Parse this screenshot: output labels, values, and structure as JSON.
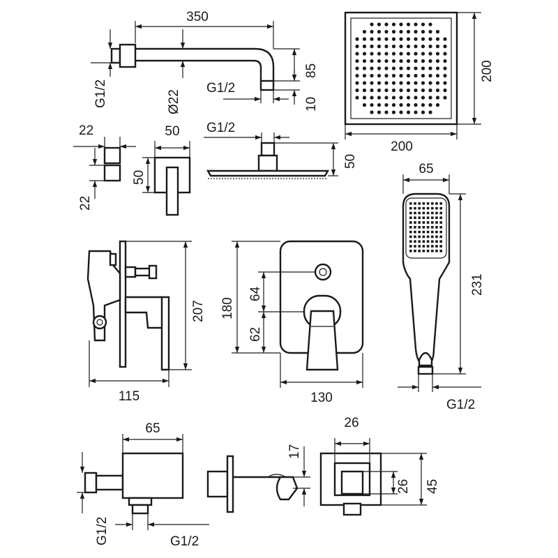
{
  "diagram": {
    "shower_arm": {
      "length_dim": "350",
      "drop_dim": "85",
      "tail_dim": "10",
      "diameter_dim": "Ø22",
      "inlet_thread": "G1/2",
      "outlet_thread": "G1/2"
    },
    "rain_head_top": {
      "width_dim": "200",
      "depth_dim": "200"
    },
    "rosette": {
      "width_dim": "22",
      "height_dim": "22"
    },
    "diverter_knob": {
      "width_dim": "50",
      "height_dim": "50"
    },
    "rain_head_side": {
      "thread": "G1/2",
      "height_dim": "50"
    },
    "hand_shower": {
      "width_dim": "65",
      "length_dim": "231",
      "thread": "G1/2"
    },
    "mixer_side": {
      "depth_dim": "115",
      "height_dim": "207"
    },
    "mixer_front": {
      "width_dim": "130",
      "height_dim": "180",
      "upper_dim": "64",
      "lower_dim": "62"
    },
    "wall_outlet": {
      "length_dim": "65",
      "inlet_thread": "G1/2",
      "outlet_thread": "G1/2"
    },
    "holder_side": {
      "height_dim": "17"
    },
    "holder_front": {
      "width_dim": "26",
      "inner_dim": "26",
      "height_dim": "45"
    }
  }
}
